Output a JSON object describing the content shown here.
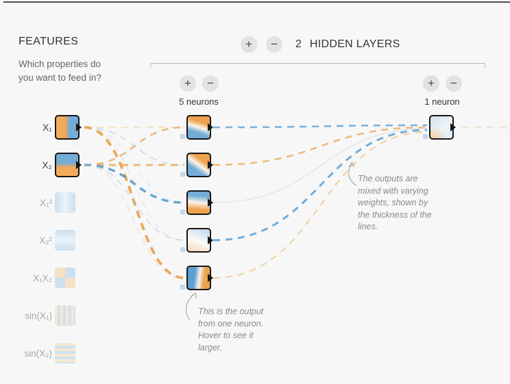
{
  "header": {
    "plus_label": "+",
    "minus_label": "−",
    "layer_count": "2",
    "title": "HIDDEN LAYERS"
  },
  "features": {
    "title": "FEATURES",
    "subtitle": "Which properties do you want to feed in?",
    "items": [
      {
        "label": "X₁",
        "thumb": "x1",
        "active": true
      },
      {
        "label": "X₂",
        "thumb": "x2",
        "active": true
      },
      {
        "label": "X₁²",
        "thumb": "x1sq",
        "active": false
      },
      {
        "label": "X₂²",
        "thumb": "x2sq",
        "active": false
      },
      {
        "label": "X₁X₂",
        "thumb": "x1x2",
        "active": false
      },
      {
        "label": "sin(X₁)",
        "thumb": "sinx1",
        "active": false
      },
      {
        "label": "sin(X₂)",
        "thumb": "sinx2",
        "active": false
      }
    ]
  },
  "layers": [
    {
      "plus_label": "+",
      "minus_label": "−",
      "label": "5 neurons",
      "neuron_count": 5
    },
    {
      "plus_label": "+",
      "minus_label": "−",
      "label": "1 neuron",
      "neuron_count": 1
    }
  ],
  "annotations": {
    "weights": "The outputs are mixed with varying weights, shown by the thickness of the lines.",
    "neuron_output": "This is the output from one neuron. Hover to see it larger."
  },
  "colors": {
    "accent_orange": "#f59322",
    "accent_blue": "#0877bd",
    "background": "#f7f7f7"
  }
}
